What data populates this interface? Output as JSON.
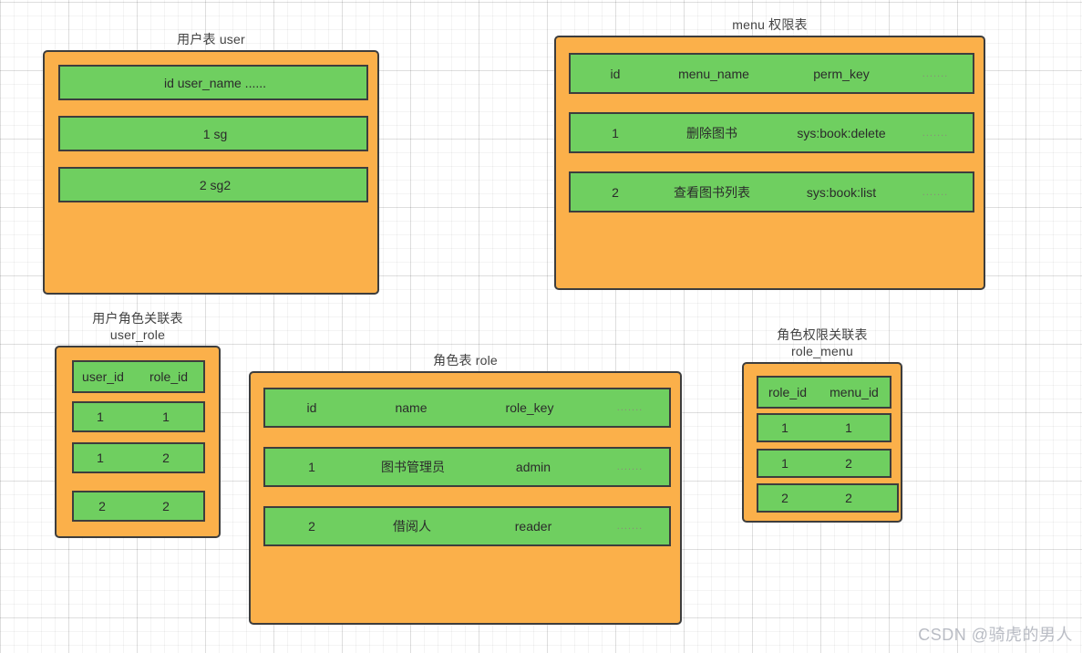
{
  "canvas": {
    "grid_minor_color": "#f0f0f0",
    "grid_major_color": "#e3e3e3",
    "box_fill": "#FBB04A",
    "row_fill": "#6FCF60",
    "border_color": "#3D3D3D"
  },
  "watermark": {
    "text": "CSDN @骑虎的男人"
  },
  "tables": [
    {
      "id": "user",
      "title": "用户表  user",
      "title_lines": [
        "用户表  user"
      ],
      "header": {
        "free_text": "id user_name ......"
      },
      "columns": [
        "id",
        "user_name",
        "......"
      ],
      "rows": [
        {
          "free_text": "1     sg"
        },
        {
          "free_text": "2     sg2"
        }
      ]
    },
    {
      "id": "menu",
      "title": "menu 权限表",
      "title_lines": [
        "menu 权限表"
      ],
      "columns": [
        "id",
        "menu_name",
        "perm_key",
        "......."
      ],
      "rows": [
        [
          "1",
          "删除图书",
          "sys:book:delete",
          "......."
        ],
        [
          "2",
          "查看图书列表",
          "sys:book:list",
          "......."
        ]
      ]
    },
    {
      "id": "user_role",
      "title": "用户角色关联表\nuser_role",
      "title_lines": [
        "用户角色关联表",
        "user_role"
      ],
      "columns": [
        "user_id",
        "role_id"
      ],
      "rows": [
        [
          "1",
          "1"
        ],
        [
          "1",
          "2"
        ],
        [
          "2",
          "2"
        ]
      ]
    },
    {
      "id": "role",
      "title": "角色表  role",
      "title_lines": [
        "角色表  role"
      ],
      "columns": [
        "id",
        "name",
        "role_key",
        "......."
      ],
      "rows": [
        [
          "1",
          "图书管理员",
          "admin",
          "......."
        ],
        [
          "2",
          "借阅人",
          "reader",
          "......."
        ]
      ]
    },
    {
      "id": "role_menu",
      "title": "角色权限关联表\nrole_menu",
      "title_lines": [
        "角色权限关联表",
        "role_menu"
      ],
      "columns": [
        "role_id",
        "menu_id"
      ],
      "rows": [
        [
          "1",
          "1"
        ],
        [
          "1",
          "2"
        ],
        [
          "2",
          "2"
        ]
      ]
    }
  ]
}
